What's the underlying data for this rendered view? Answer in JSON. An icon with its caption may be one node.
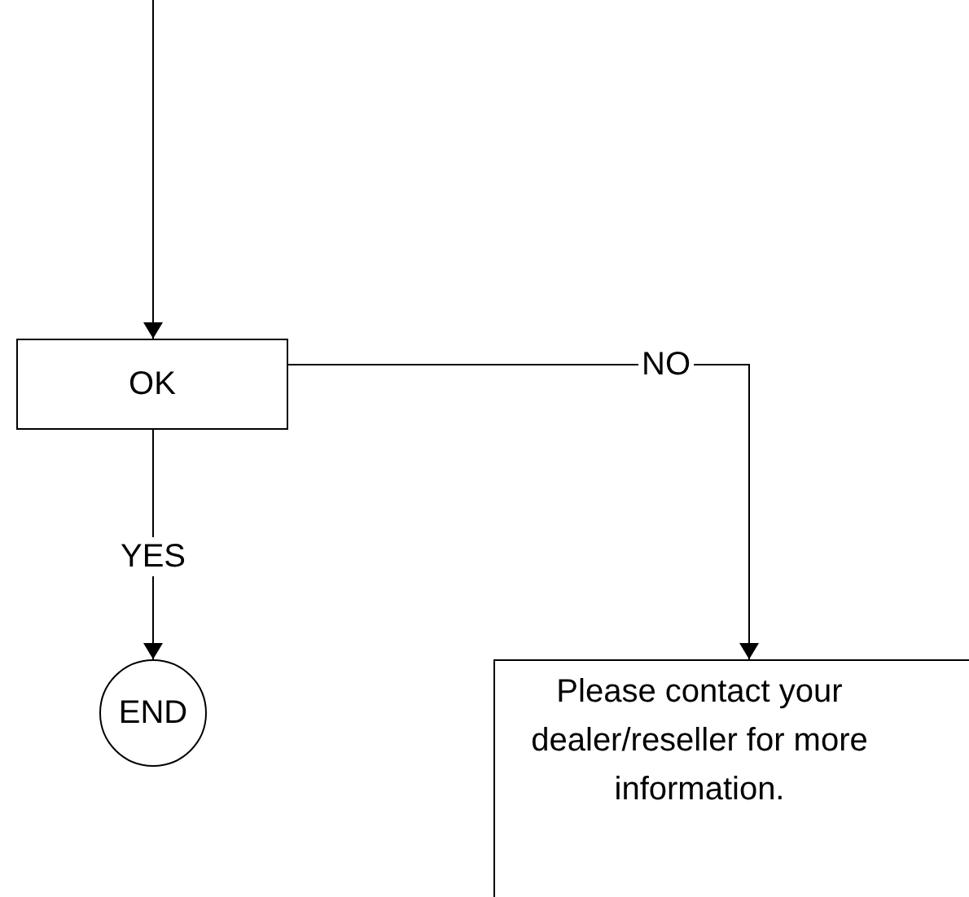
{
  "diagram": {
    "nodes": [
      {
        "text": [
          "OK"
        ]
      },
      {
        "text": [
          "END"
        ]
      },
      {
        "text": [
          "Please contact your dealer/reseller for more information."
        ]
      }
    ],
    "edges": [
      {
        "from": null,
        "to": 0,
        "arrow": "to"
      },
      {
        "from": 0,
        "to": 1,
        "label": "YES",
        "arrow": "to"
      },
      {
        "from": 0,
        "to": 2,
        "label": "NO",
        "arrow": "to"
      }
    ]
  }
}
